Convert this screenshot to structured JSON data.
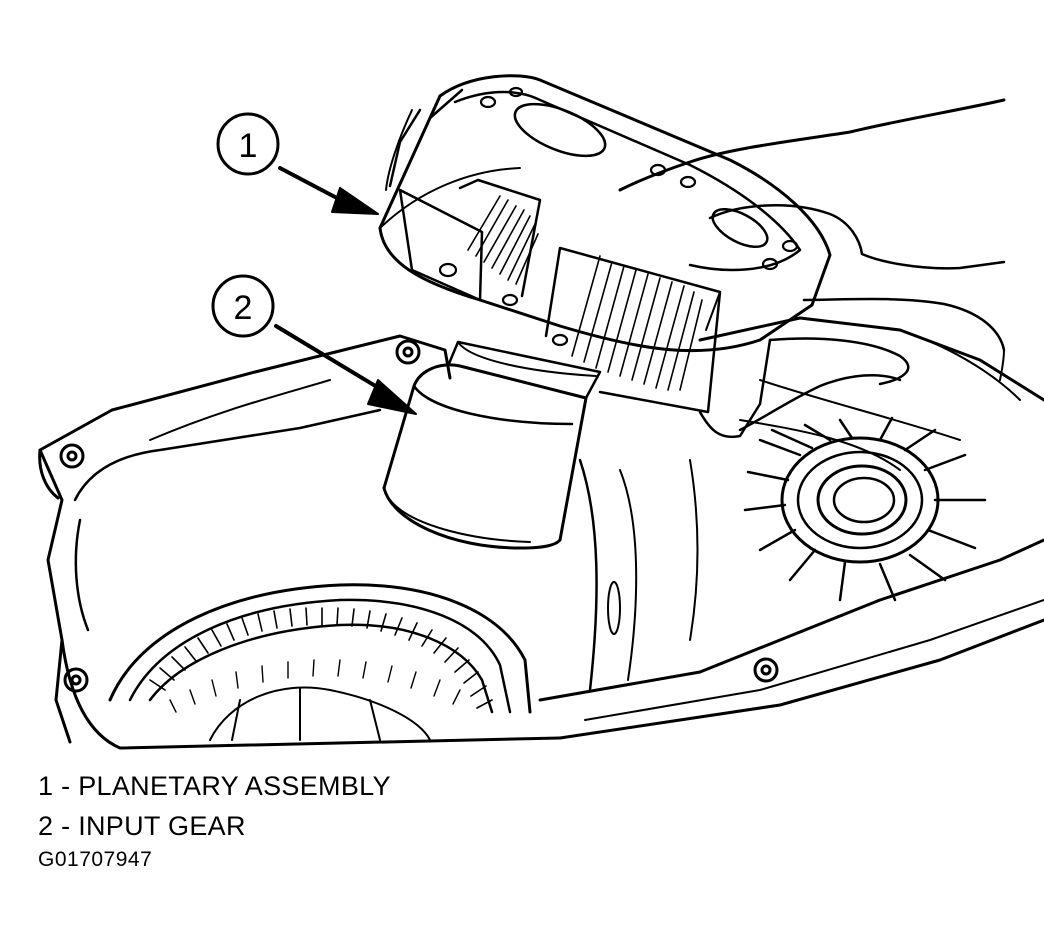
{
  "callouts": [
    {
      "number": "1"
    },
    {
      "number": "2"
    }
  ],
  "legend": [
    {
      "text": "1 - PLANETARY ASSEMBLY"
    },
    {
      "text": "2 - INPUT GEAR"
    }
  ],
  "figure_id": "G01707947",
  "colors": {
    "ink": "#000000",
    "paper": "#ffffff"
  }
}
